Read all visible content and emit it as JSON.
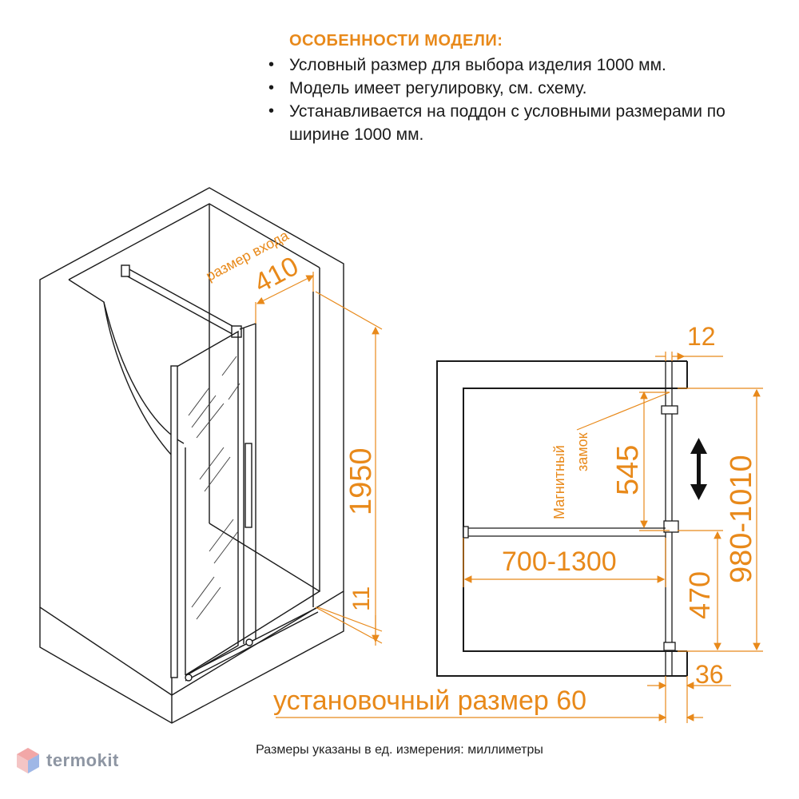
{
  "features": {
    "heading": "ОСОБЕННОСТИ МОДЕЛИ:",
    "items": [
      "Условный размер для выбора изделия 1000 мм.",
      "Модель имеет регулировку, см. схему.",
      "Устанавливается на поддон с условными размерами по ширине 1000 мм."
    ]
  },
  "iso_view": {
    "entrance_label": "размер входа",
    "entrance_value": "410",
    "height_value": "1950",
    "threshold_value": "11"
  },
  "plan_view": {
    "dim_profile": "12",
    "magnetic_lock_label_1": "Магнитный",
    "magnetic_lock_label_2": "замок",
    "dim_lock": "545",
    "dim_width_total": "980-1010",
    "dim_bar": "700-1300",
    "dim_lower": "470",
    "dim_bottom": "36"
  },
  "install_label": "установочный размер 60",
  "units_note": "Размеры указаны в ед. измерения: миллиметры",
  "brand": {
    "name": "termokit"
  },
  "colors": {
    "accent": "#e8891a",
    "lines": "#1a1a1a",
    "brand": "#8e96a3"
  },
  "icons": [
    "shield-logo-icon",
    "double-arrow-icon"
  ]
}
